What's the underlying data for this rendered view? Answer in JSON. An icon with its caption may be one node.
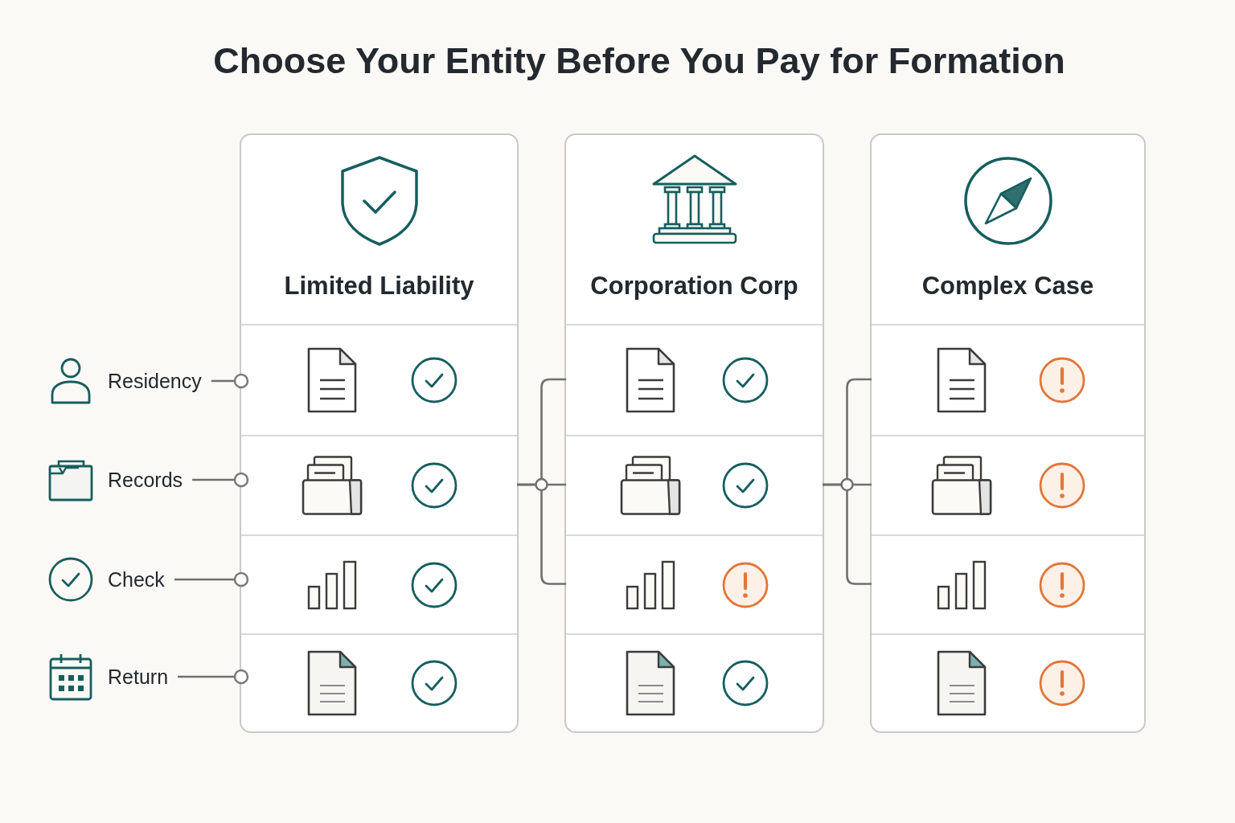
{
  "diagram": {
    "title": "Choose Your Entity Before You Pay for Formation",
    "nodes": [
      {
        "text": [
          "Limited Liability"
        ]
      },
      {
        "text": [],
        "shape": "box",
        "in": 0
      },
      {
        "text": [],
        "shape": "box",
        "in": 0
      },
      {
        "text": [],
        "shape": "box",
        "in": 0
      },
      {
        "text": [],
        "shape": "box",
        "in": 0
      },
      {
        "text": [
          "Corporation Corp"
        ]
      },
      {
        "text": [],
        "shape": "box",
        "in": 5
      },
      {
        "text": [],
        "shape": "box",
        "in": 5
      },
      {
        "text": [],
        "shape": "box",
        "in": 5
      },
      {
        "text": [],
        "shape": "box",
        "in": 5
      },
      {
        "text": [
          "Complex Case"
        ]
      },
      {
        "text": [],
        "shape": "box",
        "in": 10
      },
      {
        "text": [],
        "shape": "box",
        "in": 10
      },
      {
        "text": [],
        "shape": "box",
        "in": 10
      },
      {
        "text": [],
        "shape": "box",
        "in": 10
      },
      {
        "text": [
          "Residency"
        ]
      },
      {
        "text": [
          "Records"
        ]
      },
      {
        "text": [
          "Check"
        ]
      },
      {
        "text": [
          "Return"
        ]
      }
    ],
    "edges": [
      {
        "from": 15,
        "to": 1,
        "arrow": "other"
      },
      {
        "from": 16,
        "to": 2,
        "arrow": "other"
      },
      {
        "from": 17,
        "to": 3,
        "arrow": "other"
      },
      {
        "from": 18,
        "to": 4,
        "arrow": "other"
      },
      {
        "from": 2,
        "to": 6,
        "arrow": "none"
      },
      {
        "from": 2,
        "to": 7,
        "arrow": "none"
      },
      {
        "from": 2,
        "to": 8,
        "arrow": "none"
      },
      {
        "from": 7,
        "to": 11,
        "arrow": "none"
      },
      {
        "from": 7,
        "to": 12,
        "arrow": "none"
      },
      {
        "from": 7,
        "to": 13,
        "arrow": "none"
      }
    ]
  }
}
